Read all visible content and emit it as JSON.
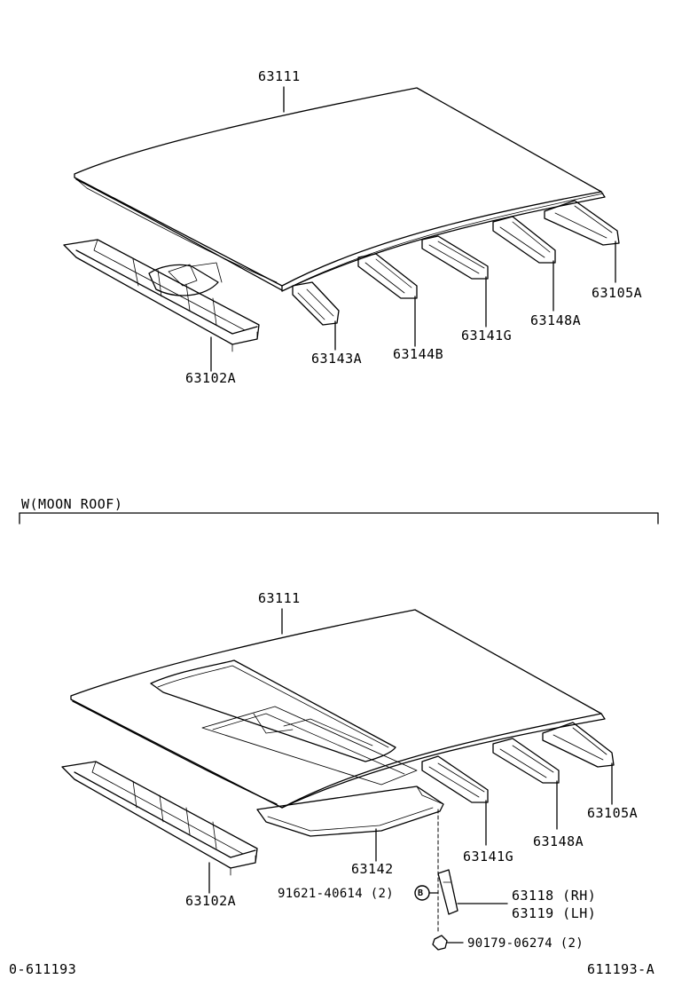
{
  "upper": {
    "roof_panel": "63111",
    "front_header": "63102A",
    "bow_1": "63143A",
    "bow_2": "63144B",
    "bow_3": "63141G",
    "bow_4": "63148A",
    "rear_header": "63105A"
  },
  "section_header": "W(MOON ROOF)",
  "lower": {
    "roof_panel": "63111",
    "front_header": "63102A",
    "reinforcement": "63142",
    "bow_3": "63141G",
    "bow_4": "63148A",
    "rear_header": "63105A",
    "bolt": "91621-40614 (2)",
    "bolt_marker": "B",
    "bracket_rh": "63118 (RH)",
    "bracket_lh": "63119 (LH)",
    "nut": "90179-06274 (2)"
  },
  "footer": {
    "left_code": "0-611193",
    "right_code": "611193-A"
  }
}
